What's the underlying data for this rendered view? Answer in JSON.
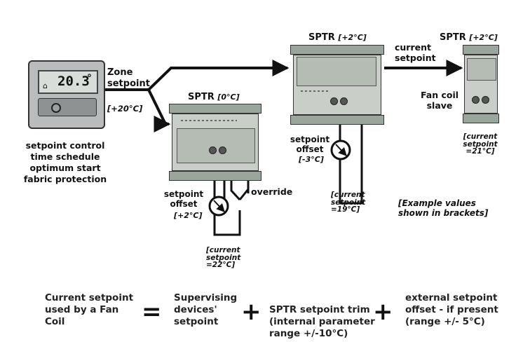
{
  "zone": {
    "label": "Zone\nsetpoint",
    "value": "[+20°C]"
  },
  "thermostat": {
    "display": "20.3",
    "display_unit": "°",
    "features": "setpoint control\ntime schedule\noptimum start\nfabric protection"
  },
  "sptr_left": {
    "name": "SPTR",
    "value": "[0°C]",
    "offset_label": "setpoint\noffset",
    "offset_value": "[+2°C]",
    "override_label": "override",
    "current": "[current\nsetpoint\n=22°C]"
  },
  "sptr_mid": {
    "name": "SPTR",
    "value": "[+2°C]",
    "offset_label": "setpoint\noffset",
    "offset_value": "[-3°C]",
    "current": "[current\nsetpoint\n=19°C]",
    "current_setpoint_label": "current\nsetpoint"
  },
  "sptr_right": {
    "name": "SPTR",
    "value": "[+2°C]",
    "slave_label": "Fan coil\nslave",
    "current": "[current\nsetpoint\n=21°C]"
  },
  "note": "[Example values\nshown in brackets]",
  "equation": {
    "term1": "Current setpoint\nused by a Fan\nCoil",
    "eq": "=",
    "term2": "Supervising\ndevices'\nsetpoint",
    "plus1": "+",
    "term3_bold": "SPTR",
    "term3_rest": " setpoint trim\n(internal parameter\nrange +/-10°C)",
    "plus2": "+",
    "term4": "external setpoint\noffset - if present\n(range +/- 5°C)"
  }
}
